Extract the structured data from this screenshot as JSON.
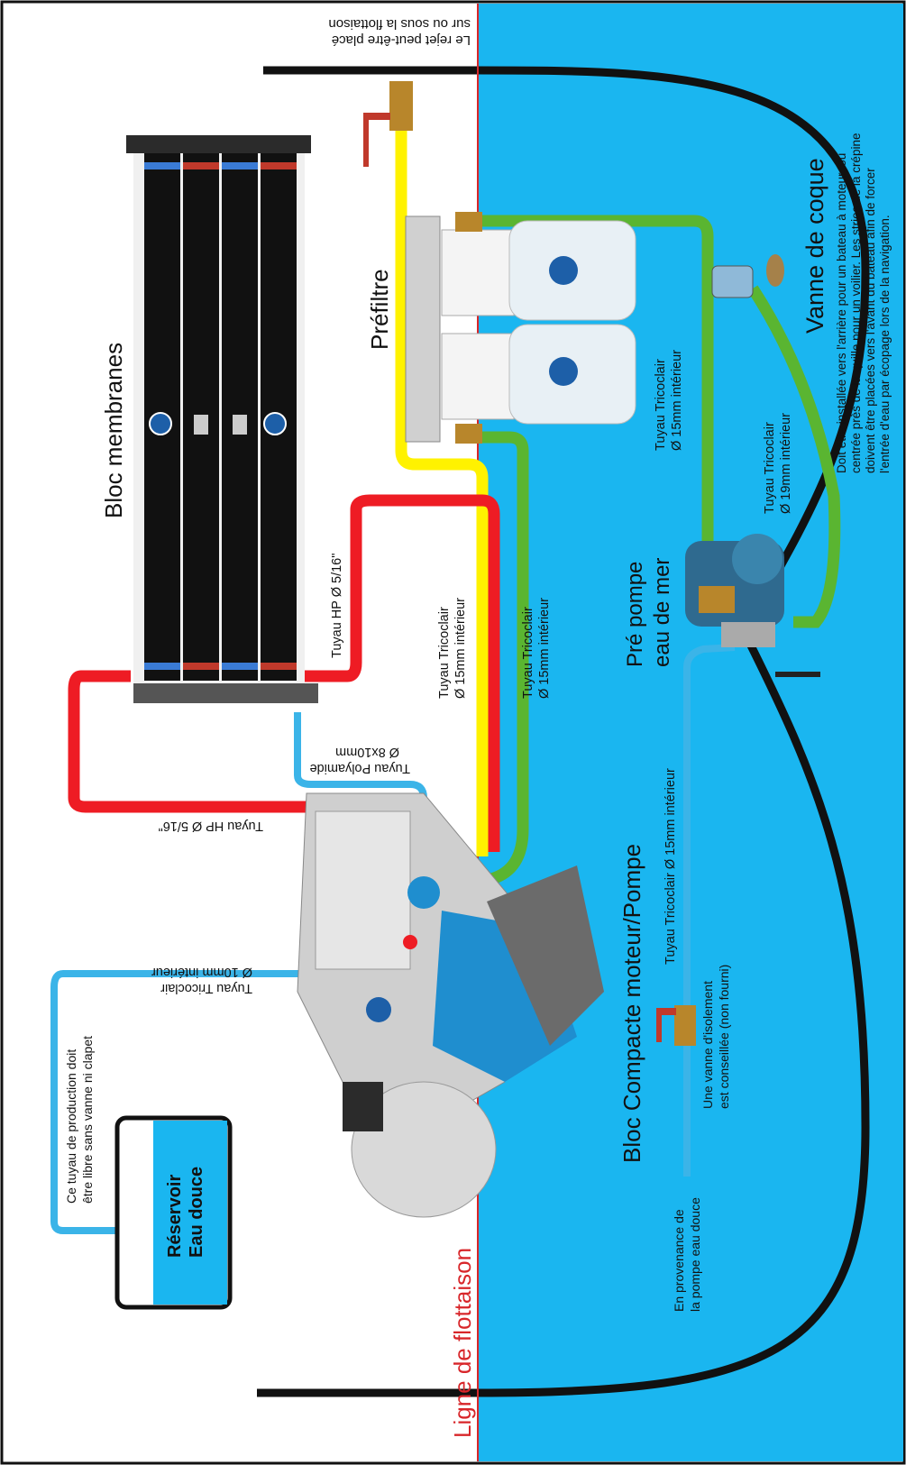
{
  "colors": {
    "water": "#1ab6f0",
    "waterline": "#d8262a",
    "hull": "#111111",
    "hp_hose": "#ee1c24",
    "reject_hose": "#fff200",
    "tricoclair_hose": "#5ab531",
    "freshwater_hose": "#3bb4e8",
    "reservoir_fill": "#1ab6f0"
  },
  "labels": {
    "rejet_line1": "Le rejet peut-être placé",
    "rejet_line2": "sur ou sous la flottaison",
    "bloc_membranes": "Bloc membranes",
    "prefiltre": "Préfiltre",
    "vanne_coque": "Vanne de coque",
    "vanne_note_1": "Doit être installée vers l'arrière pour un bateau à moteur, ou",
    "vanne_note_2": "centrée près de la quille pour un voilier. Les stries de la crépine",
    "vanne_note_3": "doivent être placées vers l'avant du bateau afin de forcer",
    "vanne_note_4": "l'entrée d'eau par écopage lors de la navigation.",
    "tuyau_19_1": "Tuyau Tricoclair",
    "tuyau_19_2": "Ø 19mm intérieur",
    "tuyau_15_top_1": "Tuyau Tricoclair",
    "tuyau_15_top_2": "Ø 15mm intérieur",
    "pre_pompe_1": "Pré pompe",
    "pre_pompe_2": "eau de mer",
    "tuyau_hp_upper": "Tuyau HP Ø 5/16\"",
    "tuyau_15_yellow_1": "Tuyau Tricoclair",
    "tuyau_15_yellow_2": "Ø 15mm intérieur",
    "tuyau_15_green_1": "Tuyau Tricoclair",
    "tuyau_15_green_2": "Ø 15mm intérieur",
    "polyamide_1": "Tuyau Polyamide",
    "polyamide_2": "Ø 8x10mm",
    "tuyau_hp_lower": "Tuyau HP Ø 5/16\"",
    "tuyau_10_1": "Tuyau Tricoclair",
    "tuyau_10_2": "Ø 10mm intérieur",
    "production_1": "Ce tuyau de production doit",
    "production_2": "être libre sans vanne ni clapet",
    "reservoir_1": "Réservoir",
    "reservoir_2": "Eau douce",
    "tuyau_15_fresh": "Tuyau Tricoclair Ø 15mm intérieur",
    "bloc_compacte": "Bloc Compacte moteur/Pompe",
    "isolement_1": "Une vanne d'isolement",
    "isolement_2": "est conseillée (non fourni)",
    "provenance_1": "En provenance de",
    "provenance_2": "la pompe eau douce",
    "ligne_flottaison": "Ligne de flottaison"
  }
}
